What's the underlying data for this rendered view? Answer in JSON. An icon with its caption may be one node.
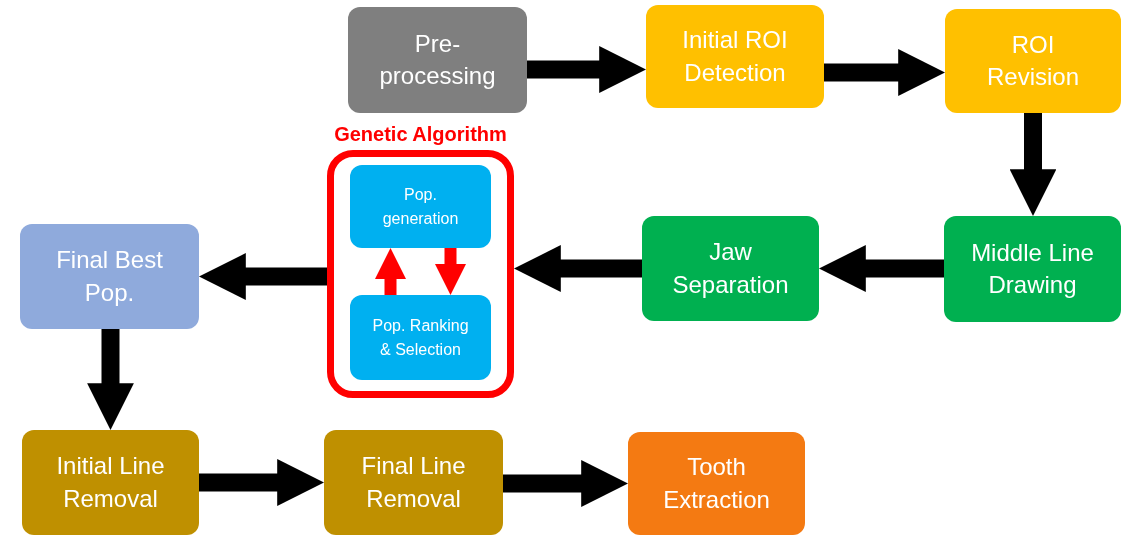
{
  "diagram": {
    "nodes": [
      {
        "text": [
          "Pre-processing"
        ]
      },
      {
        "text": [
          "Initial ROI Detection"
        ]
      },
      {
        "text": [
          "ROI Revision"
        ]
      },
      {
        "text": [
          "Middle Line Drawing"
        ]
      },
      {
        "text": [
          "Jaw Separation"
        ]
      },
      {
        "text": [
          "Genetic Algorithm"
        ]
      },
      {
        "text": [
          "Pop. generation"
        ],
        "in": 5
      },
      {
        "text": [
          "Pop. Ranking & Selection"
        ],
        "in": 5
      },
      {
        "text": [
          "Final Best Pop."
        ]
      },
      {
        "text": [
          "Initial Line Removal"
        ]
      },
      {
        "text": [
          "Final Line Removal"
        ]
      },
      {
        "text": [
          "Tooth Extraction"
        ]
      }
    ],
    "edges": [
      {
        "from": 0,
        "to": 1,
        "arrow": "to"
      },
      {
        "from": 1,
        "to": 2,
        "arrow": "to"
      },
      {
        "from": 2,
        "to": 3,
        "arrow": "to"
      },
      {
        "from": 3,
        "to": 4,
        "arrow": "to"
      },
      {
        "from": 4,
        "to": 5,
        "arrow": "to"
      },
      {
        "from": 5,
        "to": 8,
        "arrow": "to"
      },
      {
        "from": 8,
        "to": 9,
        "arrow": "to"
      },
      {
        "from": 9,
        "to": 10,
        "arrow": "to"
      },
      {
        "from": 10,
        "to": 11,
        "arrow": "to"
      },
      {
        "from": 7,
        "to": 6,
        "arrow": "to",
        "color": "#ff0000"
      },
      {
        "from": 6,
        "to": 7,
        "arrow": "to",
        "color": "#ff0000"
      }
    ]
  }
}
